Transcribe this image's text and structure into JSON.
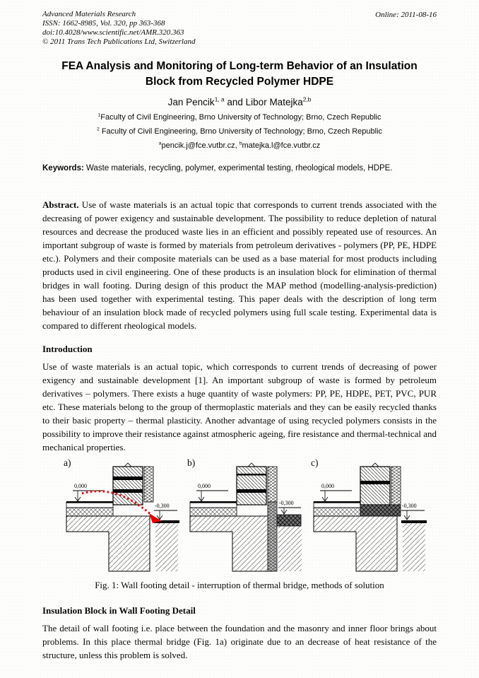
{
  "header": {
    "journal": "Advanced Materials Research",
    "issn_line": "ISSN: 1662-8985, Vol. 320, pp 363-368",
    "doi_line": "doi:10.4028/www.scientific.net/AMR.320.363",
    "copyright_line": "© 2011 Trans Tech Publications Ltd, Switzerland",
    "online_date": "Online: 2011-08-16"
  },
  "title": "FEA Analysis and Monitoring of Long-term Behavior of an Insulation Block from Recycled Polymer HDPE",
  "authors": {
    "name1": "Jan Pencik",
    "sup1": "1, a",
    "conj": " and ",
    "name2": "Libor Matejka",
    "sup2": "2,b"
  },
  "affiliations": [
    {
      "sup": "1",
      "text": "Faculty of Civil Engineering, Brno University of Technology; Brno, Czech Republic"
    },
    {
      "sup": "2",
      "text": " Faculty of Civil Engineering, Brno University of Technology; Brno, Czech Republic"
    }
  ],
  "emails": {
    "sup_a": "a",
    "email_a": "pencik.j@fce.vutbr.cz, ",
    "sup_b": "b",
    "email_b": "matejka.l@fce.vutbr.cz"
  },
  "keywords": {
    "label": "Keywords:",
    "text": " Waste materials, recycling, polymer, experimental testing, rheological models, HDPE."
  },
  "abstract": {
    "label": "Abstract.",
    "text": " Use of waste materials is an actual topic that corresponds to current trends associated with the decreasing of power exigency and sustainable development. The possibility to reduce depletion of natural resources and decrease the produced waste lies in an efficient and possibly repeated use of resources. An important subgroup of waste is formed by materials from petroleum derivatives - polymers (PP, PE, HDPE etc.). Polymers and their composite materials can be used as a base material for most products including products used in civil engineering. One of these products is an insulation block for elimination of thermal bridges in wall footing. During design of this product the MAP method (modelling-analysis-prediction) has been used together with experimental testing. This paper deals with the description of long term behaviour of an insulation block made of recycled polymers using full scale testing. Experimental data is compared to different rheological models."
  },
  "intro": {
    "heading": "Introduction",
    "body": "Use of waste materials is an actual topic, which corresponds to current trends of decreasing of power exigency and sustainable development [1]. An important subgroup of waste is formed by petroleum derivatives – polymers. There exists a huge quantity of waste polymers: PP, PE, HDPE, PET, PVC, PUR etc. These materials belong to the group of thermoplastic materials and they can be easily recycled thanks to their basic property – thermal plasticity. Another advantage of using recycled polymers consists in the possibility to improve their resistance against atmospheric ageing, fire resistance and thermal-technical and mechanical properties."
  },
  "figure": {
    "arrow_color": "#e60000",
    "panels": [
      {
        "label": "a)",
        "level_top": "0,000",
        "level_bottom": "-0,300"
      },
      {
        "label": "b)",
        "level_top": "0,000",
        "level_bottom": "-0,300"
      },
      {
        "label": "c)",
        "level_top": "0,000",
        "level_bottom": "-0,300"
      }
    ],
    "caption": "Fig. 1: Wall footing detail - interruption of thermal bridge, methods of solution"
  },
  "detail": {
    "heading": "Insulation Block in Wall Footing Detail",
    "body": "The detail of wall footing i.e. place between the foundation and the masonry and inner floor brings about problems. In this place thermal bridge (Fig. 1a) originate due to an decrease of heat resistance of the structure, unless this problem is solved."
  }
}
